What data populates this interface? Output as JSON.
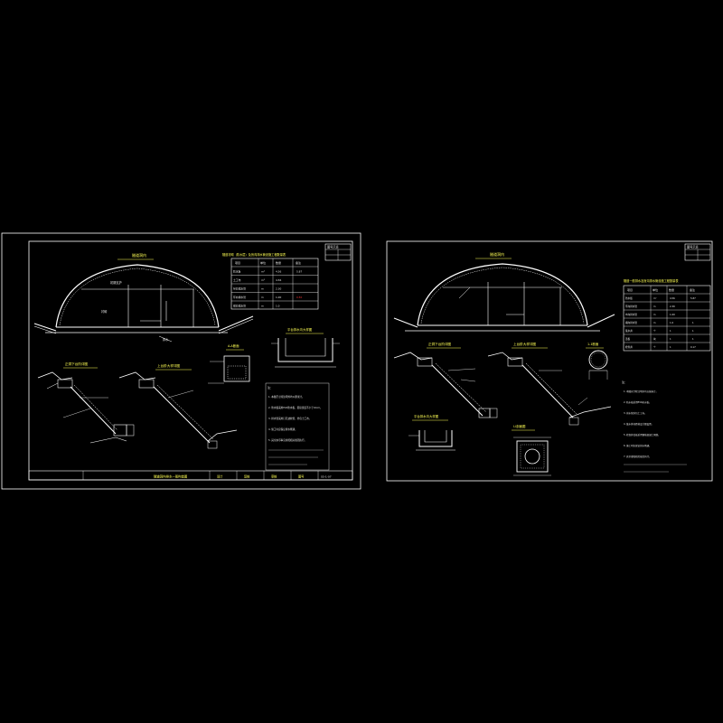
{
  "colors": {
    "background": "#000000",
    "line": "#ffffff",
    "accent_yellow": "#ffff55",
    "accent_green": "#55ff55",
    "accent_red": "#ff3333",
    "accent_cyan": "#55ffff"
  },
  "left_sheet": {
    "arch_title": "隧道洞内",
    "arch_tag": "初期支护",
    "arch_side_tag": "衬砌",
    "drain_label": "排水",
    "table_title": "隧道衬砌（防水层）及盲沟排水管设施工程数量表",
    "table_header": [
      "项目",
      "单位",
      "数量",
      "备注"
    ],
    "table_rows": [
      [
        "防水板",
        "m²",
        "4.56",
        "5.87"
      ],
      [
        "土工布",
        "m²",
        "4.56",
        ""
      ],
      [
        "纵向排水管",
        "m",
        "2.30",
        ""
      ],
      [
        "环向排水管",
        "m",
        "1.00",
        "0.50"
      ],
      [
        "横向排水管",
        "m",
        "1.0",
        ""
      ]
    ],
    "corner_box": "图号示意",
    "detail_a_title": "正洞下台阶详图",
    "detail_b_title": "上台阶大样详图",
    "detail_c_title": "A-A断面",
    "detail_d_title": "平台排水沟大样图",
    "notes_title": "注：",
    "notes": [
      "1. 本图尺寸除注明外均以厘米计。",
      "2. 防水板采用EVA防水板，搭接宽度不小于10cm。",
      "3. 排水管采用打孔波纹管，外包土工布。",
      "4. 施工时应保证排水畅通。",
      "5. 其余未尽事宜参照相关规范执行。"
    ],
    "footer_title": "隧道洞内排水一般构造图",
    "footer_labels": [
      "设计",
      "复核",
      "审核",
      "图号"
    ],
    "footer_code": "S5-1-07"
  },
  "right_sheet": {
    "arch_title": "隧道洞内",
    "table_title": "隧道一般排水及盲沟排水管设施工程数量表",
    "table_header": [
      "项目",
      "单位",
      "数量",
      "备注"
    ],
    "table_rows": [
      [
        "防水板",
        "m²",
        "4.56",
        "5.87"
      ],
      [
        "环向排水管",
        "m",
        "2.30",
        ""
      ],
      [
        "纵向排水管",
        "m",
        "1.00",
        ""
      ],
      [
        "横向排水管",
        "m",
        "1.0",
        "1"
      ],
      [
        "集水井",
        "个",
        "1",
        "1"
      ],
      [
        "盖板",
        "块",
        "1",
        "1"
      ],
      [
        "检查井",
        "个",
        "1",
        "0.17"
      ]
    ],
    "corner_box": "图号示意",
    "detail_a_title": "正洞下台阶详图",
    "detail_b_title": "上台阶大样详图",
    "detail_c_title": "1-1断面",
    "detail_d_title": "平台排水沟大样图",
    "detail_e_title": "I-I剖面图",
    "notes_title": "注：",
    "notes": [
      "1. 本图尺寸除注明外均以厘米计。",
      "2. 防水板采用EVA防水板。",
      "3. 排水管外包土工布。",
      "4. 集水井间距按设计图设置。",
      "5. 检查井盖板采用钢筋混凝土预制。",
      "6. 施工时应保证排水畅通。",
      "7. 其余参照相关规范执行。"
    ]
  }
}
